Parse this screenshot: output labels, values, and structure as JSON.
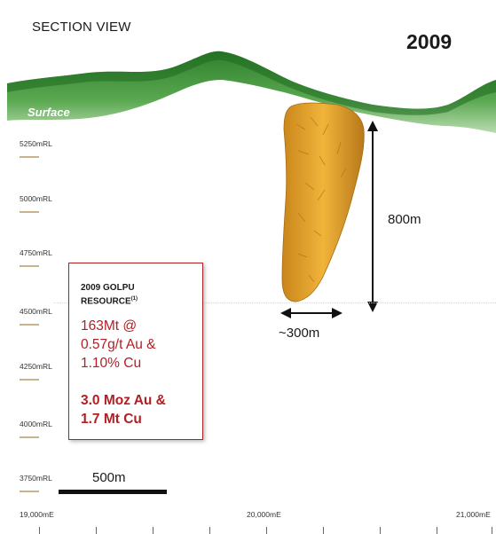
{
  "title": "SECTION VIEW",
  "year": "2009",
  "surface_label": "Surface",
  "rl_labels": [
    "5250mRL",
    "5000mRL",
    "4750mRL",
    "4500mRL",
    "4250mRL",
    "4000mRL",
    "3750mRL"
  ],
  "dimension_vertical": "800m",
  "dimension_horizontal": "~300m",
  "resource": {
    "heading_line1": "2009 GOLPU",
    "heading_line2": "RESOURCE",
    "heading_sup": "(1)",
    "tonnage": "163Mt @",
    "au_grade": "0.57g/t Au &",
    "cu_grade": "1.10% Cu",
    "contained_au": "3.0 Moz Au &",
    "contained_cu": "1.7 Mt Cu"
  },
  "scale_label": "500m",
  "me_labels": [
    "19,000mE",
    "20,000mE",
    "21,000mE"
  ],
  "colors": {
    "surface_green": "#3f8f3a",
    "orebody_gold": "#e0a020",
    "accent_red": "#b11f24"
  }
}
